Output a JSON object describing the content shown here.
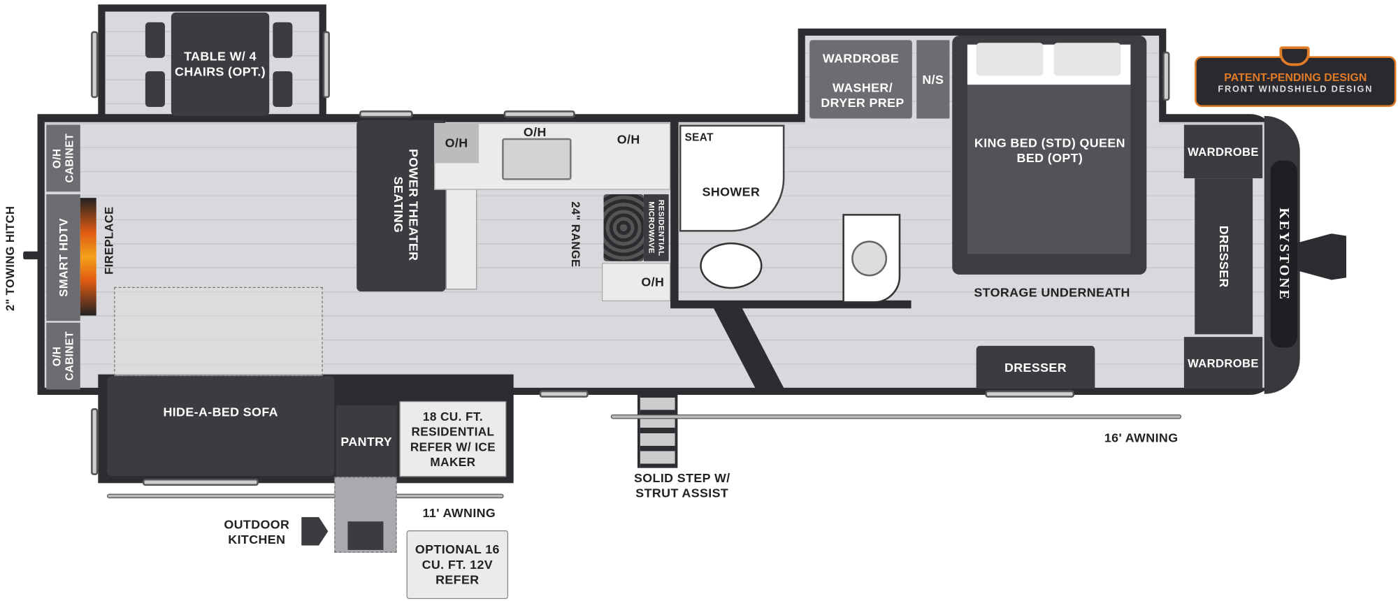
{
  "title_badge": {
    "line1": "PATENT-PENDING DESIGN",
    "line2": "FRONT WINDSHIELD DESIGN"
  },
  "brand": "KEYSTONE",
  "labels": {
    "towing_hitch": "2\" TOWING HITCH",
    "oh_cabinet_top": "O/H CABINET",
    "oh_cabinet_bottom": "O/H CABINET",
    "smart_hdtv": "SMART HDTV",
    "fireplace": "FIREPLACE",
    "table": "TABLE W/ 4 CHAIRS (OPT.)",
    "theater_seating": "POWER THEATER SEATING",
    "oh_1": "O/H",
    "oh_2": "O/H",
    "oh_3": "O/H",
    "oh_4": "O/H",
    "range": "24\" RANGE",
    "microwave": "RESIDENTIAL MICROWAVE",
    "seat": "SEAT",
    "shower": "SHOWER",
    "wardrobe_top": "WARDROBE",
    "washer": "WASHER/ DRYER PREP",
    "ns": "N/S",
    "bed": "KING BED (STD) QUEEN BED (OPT)",
    "storage": "STORAGE UNDERNEATH",
    "wardrobe_front_top": "WARDROBE",
    "dresser_front": "DRESSER",
    "wardrobe_front_bottom": "WARDROBE",
    "dresser_bottom": "DRESSER",
    "awning_16": "16' AWNING",
    "solid_step": "SOLID STEP W/ STRUT ASSIST",
    "sofa": "HIDE-A-BED SOFA",
    "pantry": "PANTRY",
    "refer": "18 CU. FT. RESIDENTIAL REFER W/ ICE MAKER",
    "awning_11": "11' AWNING",
    "outdoor_kitchen": "OUTDOOR KITCHEN",
    "optional_refer": "OPTIONAL 16 CU. FT. 12V REFER"
  },
  "colors": {
    "accent": "#e07b28",
    "wall": "#2e2c30",
    "floor": "#d9d8dc"
  }
}
